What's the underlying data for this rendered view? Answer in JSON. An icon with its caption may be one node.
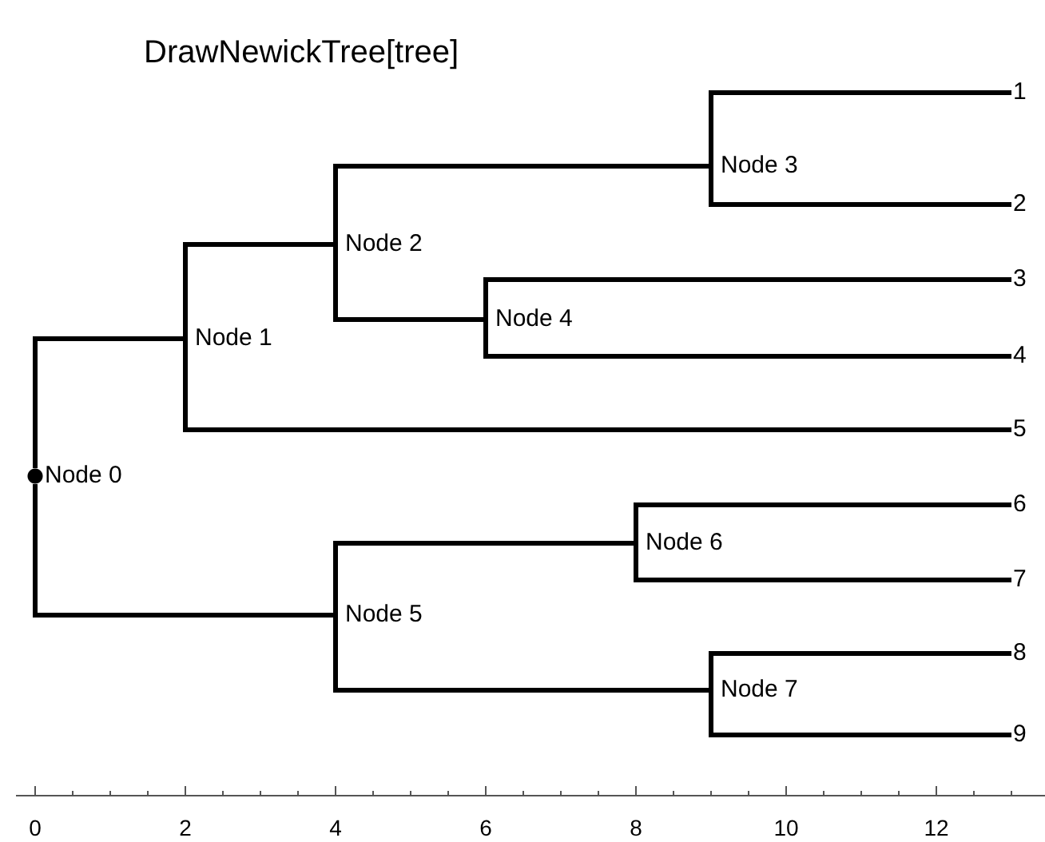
{
  "diagram": {
    "title": "DrawNewickTree[tree]",
    "nodes": [
      {
        "text": [
          "Node 0"
        ]
      },
      {
        "text": [
          "Node 1"
        ]
      },
      {
        "text": [
          "Node 2"
        ]
      },
      {
        "text": [
          "Node 3"
        ]
      },
      {
        "text": [
          "Node 4"
        ]
      },
      {
        "text": [
          "Node 5"
        ]
      },
      {
        "text": [
          "Node 6"
        ]
      },
      {
        "text": [
          "Node 7"
        ]
      },
      {
        "text": [
          "1"
        ]
      },
      {
        "text": [
          "2"
        ]
      },
      {
        "text": [
          "3"
        ]
      },
      {
        "text": [
          "4"
        ]
      },
      {
        "text": [
          "5"
        ]
      },
      {
        "text": [
          "6"
        ]
      },
      {
        "text": [
          "7"
        ]
      },
      {
        "text": [
          "8"
        ]
      },
      {
        "text": [
          "9"
        ]
      }
    ],
    "edges": [
      {
        "from": 0,
        "to": 1,
        "arrow": "none"
      },
      {
        "from": 0,
        "to": 5,
        "arrow": "none"
      },
      {
        "from": 1,
        "to": 2,
        "arrow": "none"
      },
      {
        "from": 1,
        "to": 12,
        "arrow": "none"
      },
      {
        "from": 2,
        "to": 3,
        "arrow": "none"
      },
      {
        "from": 2,
        "to": 4,
        "arrow": "none"
      },
      {
        "from": 3,
        "to": 8,
        "arrow": "none"
      },
      {
        "from": 3,
        "to": 9,
        "arrow": "none"
      },
      {
        "from": 4,
        "to": 10,
        "arrow": "none"
      },
      {
        "from": 4,
        "to": 11,
        "arrow": "none"
      },
      {
        "from": 5,
        "to": 6,
        "arrow": "none"
      },
      {
        "from": 5,
        "to": 7,
        "arrow": "none"
      },
      {
        "from": 6,
        "to": 13,
        "arrow": "none"
      },
      {
        "from": 6,
        "to": 14,
        "arrow": "none"
      },
      {
        "from": 7,
        "to": 15,
        "arrow": "none"
      },
      {
        "from": 7,
        "to": 16,
        "arrow": "none"
      }
    ],
    "labels": [
      "0",
      "2",
      "4",
      "6",
      "8",
      "10",
      "12"
    ]
  }
}
